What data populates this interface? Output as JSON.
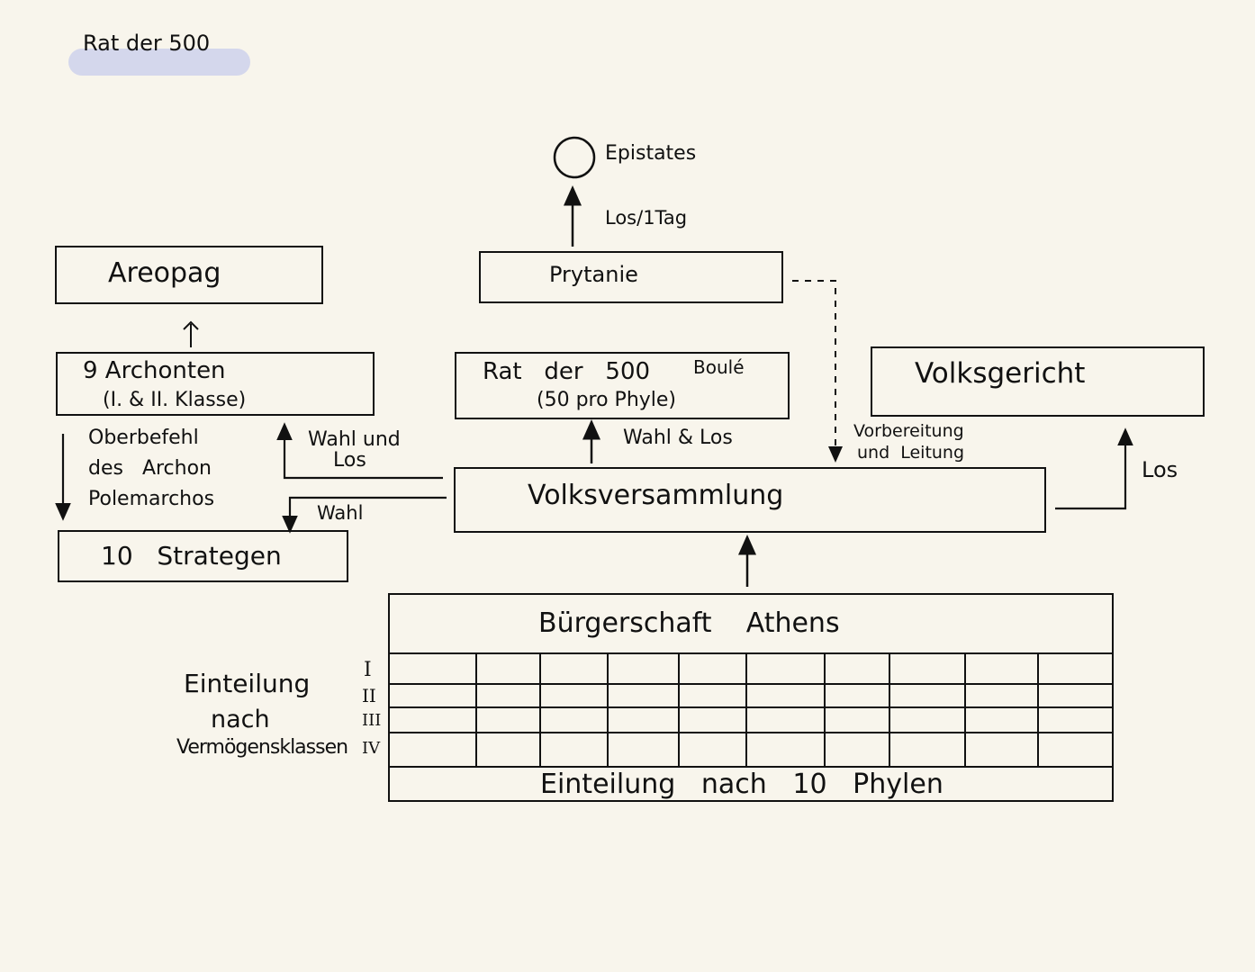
{
  "page": {
    "heading": "Rat der 500"
  },
  "diagram": {
    "epistates": "Epistates",
    "los_tag": "Los/1Tag",
    "prytanie": "Prytanie",
    "areopag": "Areopag",
    "archonten_line1": "9 Archonten",
    "archonten_line2": "(I. & II. Klasse)",
    "oberbefehl_line1": "Oberbefehl",
    "oberbefehl_line2": "des   Archon",
    "oberbefehl_line3": "Polemarchos",
    "wahl_und_los_line1": "Wahl und",
    "wahl_und_los_line2": "Los",
    "wahl": "Wahl",
    "strategen": "10   Strategen",
    "rat_line1": "Rat   der   500",
    "boule": "Boulé",
    "rat_line2": "(50 pro Phyle)",
    "wahl_los": "Wahl & Los",
    "vorbereitung_line1": "Vorbereitung",
    "vorbereitung_line2": "und  Leitung",
    "volksgericht": "Volksgericht",
    "los": "Los",
    "volksversammlung": "Volksversammlung",
    "buergerschaft": "Bürgerschaft    Athens",
    "einteilung_line1": "Einteilung",
    "einteilung_line2": "nach",
    "einteilung_line3": "Vermögensklassen",
    "classes": [
      "I",
      "II",
      "III",
      "IV"
    ],
    "phylen": "Einteilung   nach   10   Phylen"
  }
}
